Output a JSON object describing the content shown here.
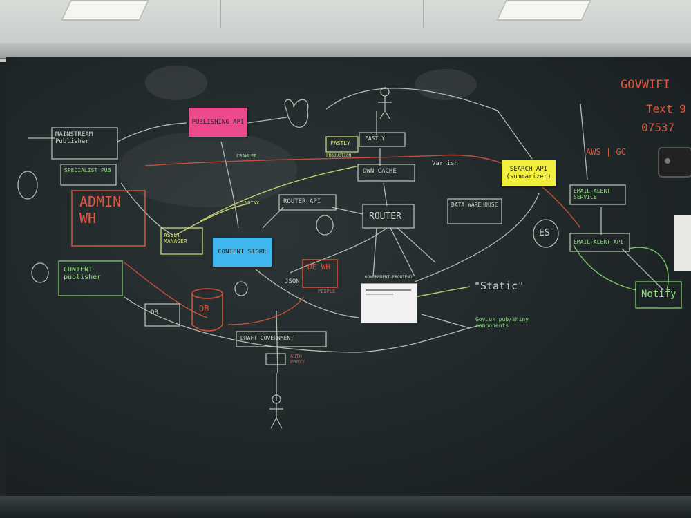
{
  "room": {
    "colors": {
      "board": "#1e2426",
      "chalk": "#c9d7c6",
      "chalk_yellow": "#d9e87a",
      "chalk_red": "#e0563d",
      "chalk_green": "#8fe07a"
    }
  },
  "stickies": {
    "publishing_api": {
      "text": "PUBLISHING API",
      "color": "#ec4a8c"
    },
    "content_store": {
      "text": "CONTENT STORE",
      "color": "#3fb7ee"
    },
    "search_api": {
      "text": "SEARCH API (summarizer)",
      "color": "#f1ee3d"
    }
  },
  "labels": {
    "govwifi": "GOVWIFI",
    "text_line": "Text 9",
    "phone": "07537",
    "mainstream_publisher": "MAINSTREAM Publisher",
    "specialist_pub": "SPECIALIST PUB",
    "admin_wh": "ADMIN WH",
    "content_publisher": "CONTENT publisher",
    "asset_manager": "ASSET MANAGER",
    "db": "DB",
    "fastly_top": "FASTLY",
    "fastly_box": "FASTLY",
    "prod_pub": "PRODUCTION",
    "own_cache": "OWN CACHE",
    "varnish": "Varnish",
    "router_api": "ROUTER API",
    "router": "ROUTER",
    "data_warehouse": "DATA WAREHOUSE",
    "es": "ES",
    "email_alert_service": "EMAIL-ALERT SERVICE",
    "email_alert_api": "EMAIL-ALERT API",
    "notify": "Notify",
    "aws_gc": "AWS | GC",
    "gov_frontend": "GOVERNMENT-FRONTEND",
    "static": "\"Static\"",
    "govuk_components": "Gov.uk pub/shiny components",
    "draft_government": "DRAFT GOVERNMENT",
    "auth_proxy": "AUTH PROXY",
    "de_wh": "DE WH",
    "json": "JSON",
    "people": "PEOPLE",
    "nginx": "NGINX",
    "crawler": "CRAWLER",
    "db_small": "DB"
  }
}
